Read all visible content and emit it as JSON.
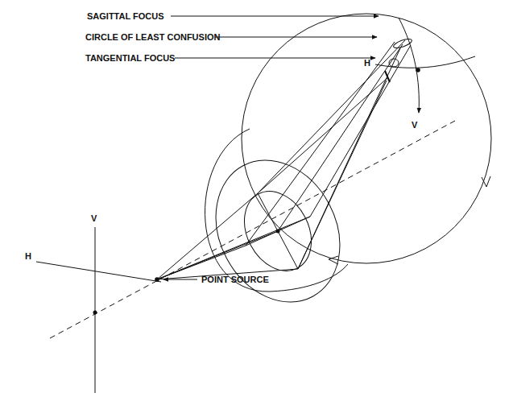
{
  "diagram": {
    "labels": [
      "SAGITTAL FOCUS",
      "CIRCLE OF LEAST CONFUSION",
      "TANGENTIAL FOCUS",
      "H",
      "V",
      "V",
      "H",
      "POINT SOURCE"
    ]
  }
}
